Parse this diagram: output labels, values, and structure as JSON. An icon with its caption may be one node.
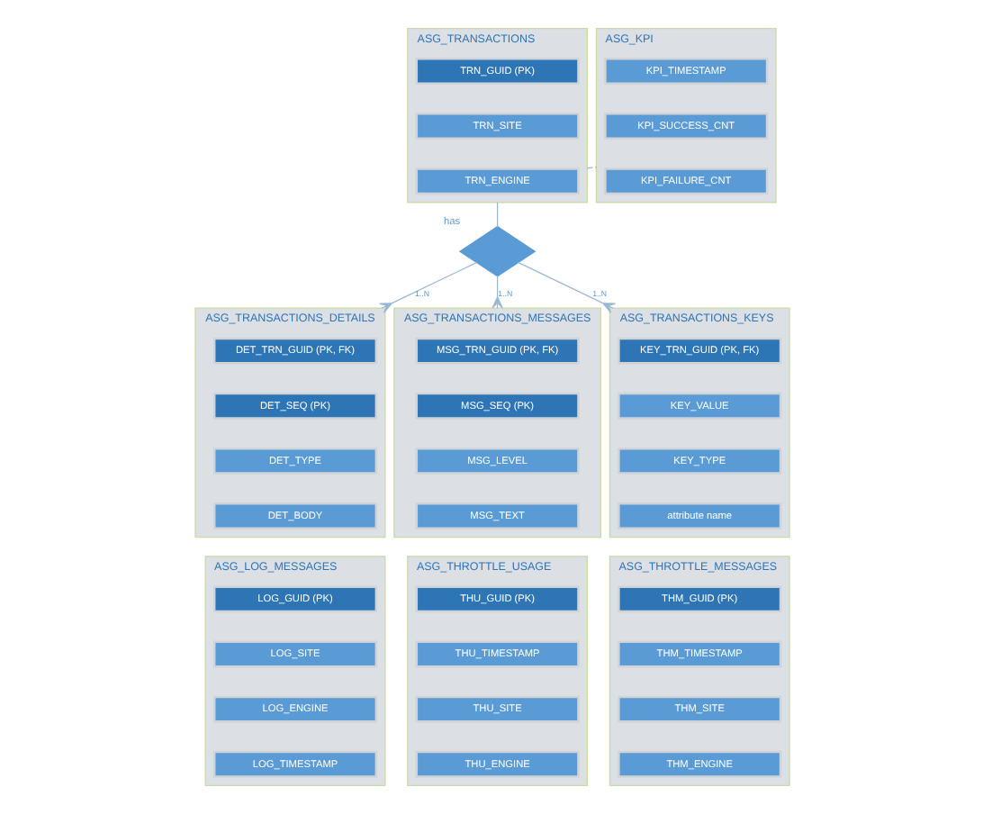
{
  "diagram": {
    "nodes": [
      {
        "text": [
          "ASG_TRANSACTIONS"
        ]
      },
      {
        "text": [
          "TRN_GUID (PK)"
        ],
        "in": 0
      },
      {
        "text": [
          "TRN_SITE"
        ],
        "in": 0
      },
      {
        "text": [
          "TRN_ENGINE"
        ],
        "in": 0
      },
      {
        "text": [
          "ASG_KPI"
        ]
      },
      {
        "text": [
          "KPI_TIMESTAMP"
        ],
        "in": 4
      },
      {
        "text": [
          "KPI_SUCCESS_CNT"
        ],
        "in": 4
      },
      {
        "text": [
          "KPI_FAILURE_CNT"
        ],
        "in": 4
      },
      {
        "text": [],
        "shape": "diamond",
        "beside": [
          "has"
        ]
      },
      {
        "text": [
          "ASG_TRANSACTIONS_DETAILS"
        ]
      },
      {
        "text": [
          "DET_TRN_GUID (PK, FK)"
        ],
        "in": 9
      },
      {
        "text": [
          "DET_SEQ (PK)"
        ],
        "in": 9
      },
      {
        "text": [
          "DET_TYPE"
        ],
        "in": 9
      },
      {
        "text": [
          "DET_BODY"
        ],
        "in": 9
      },
      {
        "text": [
          "ASG_TRANSACTIONS_MESSAGES"
        ]
      },
      {
        "text": [
          "MSG_TRN_GUID (PK, FK)"
        ],
        "in": 14
      },
      {
        "text": [
          "MSG_SEQ (PK)"
        ],
        "in": 14
      },
      {
        "text": [
          "MSG_LEVEL"
        ],
        "in": 14
      },
      {
        "text": [
          "MSG_TEXT"
        ],
        "in": 14
      },
      {
        "text": [
          "ASG_TRANSACTIONS_KEYS"
        ]
      },
      {
        "text": [
          "KEY_TRN_GUID (PK, FK)"
        ],
        "in": 19
      },
      {
        "text": [
          "KEY_VALUE"
        ],
        "in": 19
      },
      {
        "text": [
          "KEY_TYPE"
        ],
        "in": 19
      },
      {
        "text": [
          "attribute name"
        ],
        "in": 19
      },
      {
        "text": [
          "ASG_LOG_MESSAGES"
        ]
      },
      {
        "text": [
          "LOG_GUID (PK)"
        ],
        "in": 24
      },
      {
        "text": [
          "LOG_SITE"
        ],
        "in": 24
      },
      {
        "text": [
          "LOG_ENGINE"
        ],
        "in": 24
      },
      {
        "text": [
          "LOG_TIMESTAMP"
        ],
        "in": 24
      },
      {
        "text": [
          "ASG_THROTTLE_USAGE"
        ]
      },
      {
        "text": [
          "THU_GUID (PK)"
        ],
        "in": 29
      },
      {
        "text": [
          "THU_TIMESTAMP"
        ],
        "in": 29
      },
      {
        "text": [
          "THU_SITE"
        ],
        "in": 29
      },
      {
        "text": [
          "THU_ENGINE"
        ],
        "in": 29
      },
      {
        "text": [
          "ASG_THROTTLE_MESSAGES"
        ]
      },
      {
        "text": [
          "THM_GUID (PK)"
        ],
        "in": 34
      },
      {
        "text": [
          "THM_TIMESTAMP"
        ],
        "in": 34
      },
      {
        "text": [
          "THM_SITE"
        ],
        "in": 34
      },
      {
        "text": [
          "THM_ENGINE"
        ],
        "in": 34
      }
    ],
    "edges": [
      {
        "from": 0,
        "to": 8,
        "arrow": "none"
      },
      {
        "from": 0,
        "to": 4,
        "arrow": "none",
        "style": "dashed"
      },
      {
        "from": 8,
        "to": 9,
        "arrow": "other",
        "label": "1..N"
      },
      {
        "from": 8,
        "to": 14,
        "arrow": "other",
        "label": "1..N"
      },
      {
        "from": 8,
        "to": 19,
        "arrow": "other",
        "label": "1..N"
      }
    ]
  }
}
